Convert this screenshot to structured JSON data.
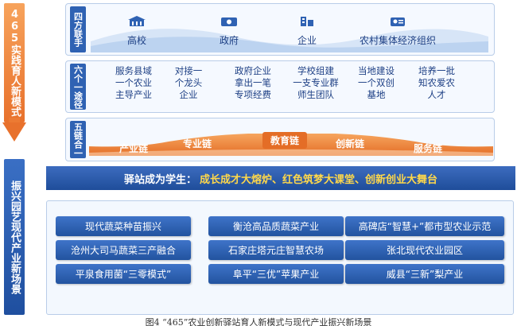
{
  "left_labels": {
    "top": "465实践育人新模式",
    "bottom": "振兴园艺现代产业新场景"
  },
  "sections": {
    "parties": {
      "tag": "四方联手",
      "items": [
        {
          "label": "高校",
          "icon": "university-icon"
        },
        {
          "label": "政府",
          "icon": "government-icon"
        },
        {
          "label": "企业",
          "icon": "enterprise-icon"
        },
        {
          "label": "农村集体经济组织",
          "icon": "village-collective-icon"
        }
      ]
    },
    "paths": {
      "tag": "六个一途径",
      "items": [
        "服务县域\n一个农业\n主导产业",
        "对接一\n个龙头\n企业",
        "政府企业\n拿出一笔\n专项经费",
        "学校组建\n一支专业群\n师生团队",
        "当地建设\n一个双创\n基地",
        "培养一批\n知农爱农\n人才"
      ]
    },
    "chains": {
      "tag": "五链合一",
      "items": [
        "产业链",
        "专业链",
        "教育链",
        "创新链",
        "服务链"
      ]
    }
  },
  "slogan": {
    "prefix": "驿站成为学生：",
    "highlight": "成长成才大熔炉、红色筑梦大课堂、创新创业大舞台"
  },
  "scenes": [
    "现代蔬菜种苗振兴",
    "衡沧高品质蔬菜产业",
    "高碑店“智慧+”都市型农业示范",
    "沧州大司马蔬菜三产融合",
    "石家庄塔元庄智慧农场",
    "张北现代农业园区",
    "平泉食用菌“三零模式”",
    "阜平“三优”苹果产业",
    "威县“三新”梨产业"
  ],
  "caption": "图4 “465”农业创新驿站育人新模式与现代产业振兴新场景",
  "colors": {
    "blue": "#2f62b3",
    "orange": "#ec7a33",
    "slogan_highlight": "#ffd84a"
  }
}
